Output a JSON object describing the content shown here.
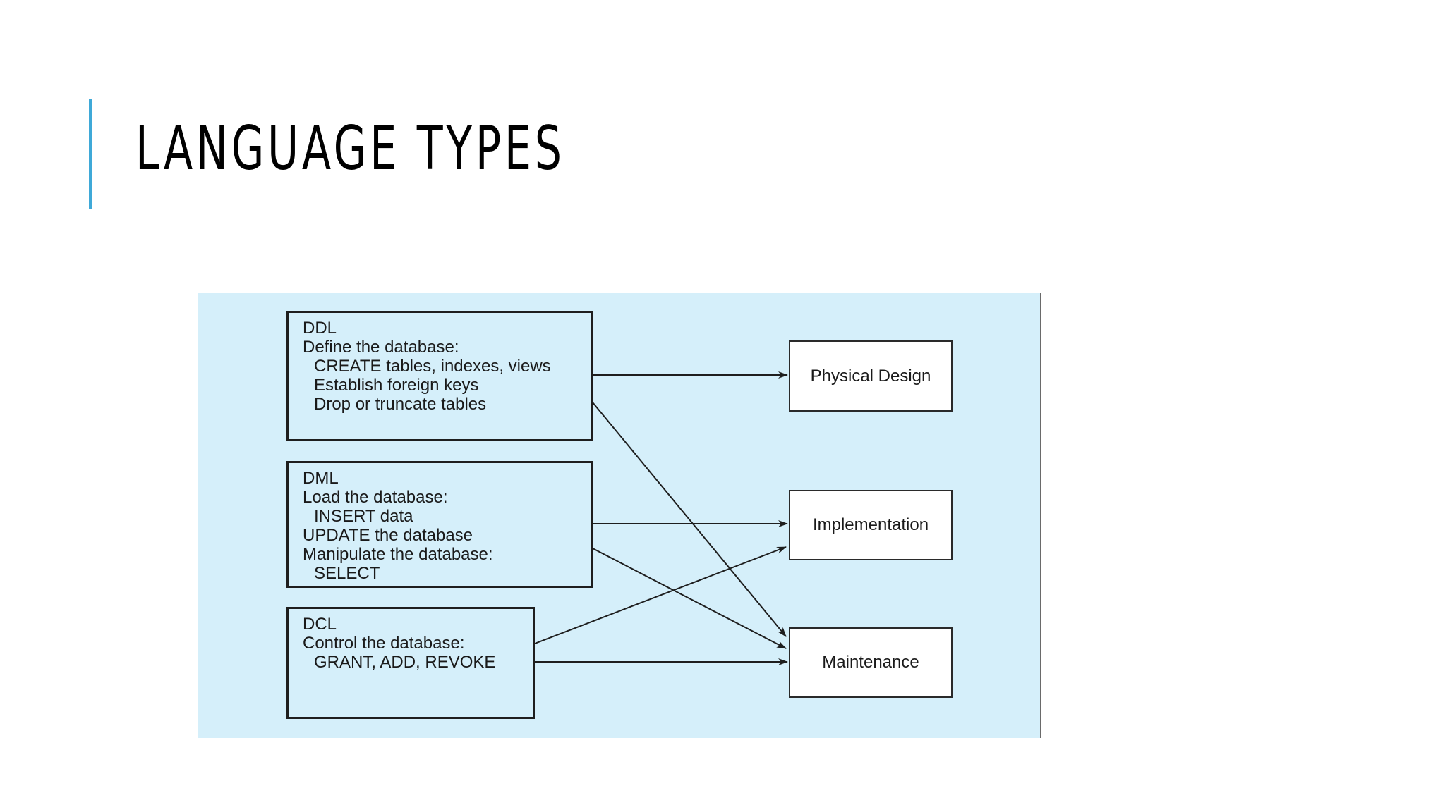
{
  "slide": {
    "title": "LANGUAGE TYPES",
    "accent_color": "#3fa9d8"
  },
  "diagram": {
    "background": "#d5effa",
    "sources": [
      {
        "id": "ddl",
        "lines": [
          {
            "text": "DDL",
            "indent": false
          },
          {
            "text": "Define the database:",
            "indent": false
          },
          {
            "text": "CREATE tables, indexes, views",
            "indent": true
          },
          {
            "text": "Establish foreign keys",
            "indent": true
          },
          {
            "text": "Drop or truncate tables",
            "indent": true
          }
        ]
      },
      {
        "id": "dml",
        "lines": [
          {
            "text": "DML",
            "indent": false
          },
          {
            "text": "Load the database:",
            "indent": false
          },
          {
            "text": "INSERT data",
            "indent": true
          },
          {
            "text": "UPDATE the database",
            "indent": false
          },
          {
            "text": "Manipulate the database:",
            "indent": false
          },
          {
            "text": "SELECT",
            "indent": true
          }
        ]
      },
      {
        "id": "dcl",
        "lines": [
          {
            "text": "DCL",
            "indent": false
          },
          {
            "text": "Control the database:",
            "indent": false
          },
          {
            "text": "GRANT, ADD, REVOKE",
            "indent": true
          }
        ]
      }
    ],
    "targets": [
      {
        "id": "physical",
        "label": "Physical Design"
      },
      {
        "id": "implementation",
        "label": "Implementation"
      },
      {
        "id": "maintenance",
        "label": "Maintenance"
      }
    ],
    "connections": [
      {
        "from": "ddl",
        "to": "physical"
      },
      {
        "from": "ddl",
        "to": "maintenance"
      },
      {
        "from": "dml",
        "to": "implementation"
      },
      {
        "from": "dml",
        "to": "maintenance"
      },
      {
        "from": "dcl",
        "to": "implementation"
      },
      {
        "from": "dcl",
        "to": "maintenance"
      }
    ]
  }
}
